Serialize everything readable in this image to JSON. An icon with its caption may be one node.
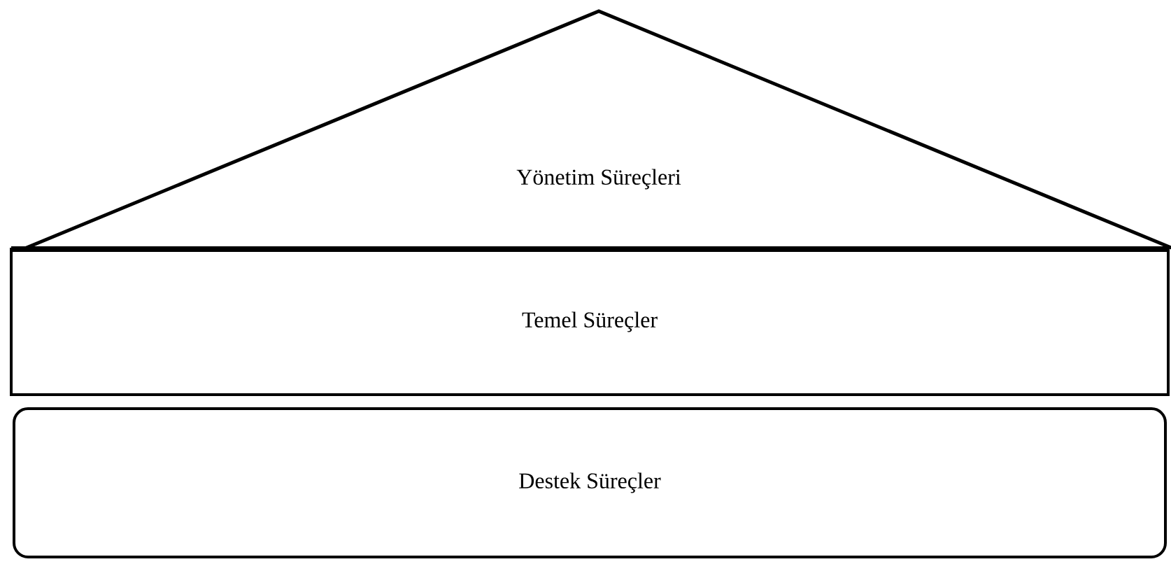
{
  "diagram": {
    "nodes": [
      {
        "text": [
          "Yönetim Süreçleri"
        ]
      },
      {
        "text": [
          "Temel Süreçler"
        ]
      },
      {
        "text": [
          "Destek Süreçler"
        ]
      }
    ]
  }
}
